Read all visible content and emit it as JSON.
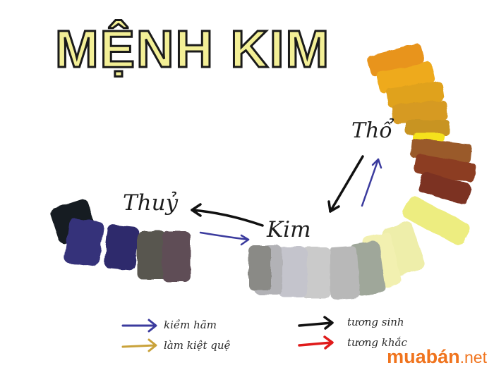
{
  "title": "MỆNH KIM",
  "elements": {
    "tho": "Thổ",
    "thuy": "Thuỷ",
    "kim": "Kim"
  },
  "legend": {
    "kiem_ham": "kiềm hãm",
    "lam_kiet_que": "làm kiệt quệ",
    "tuong_sinh": "tương sinh",
    "tuong_khac": "tương khắc"
  },
  "brand": {
    "name": "muabán",
    "tld": ".net"
  },
  "colors": {
    "title_fill": "#f3ef96",
    "kiem_ham_arrow": "#3b3b9e",
    "lam_kiet_que_arrow": "#c9a23a",
    "tuong_sinh_arrow": "#111111",
    "tuong_khac_arrow": "#e01b1b",
    "brand": "#f0741e"
  },
  "swatch_groups": {
    "tho": [
      "#e8941c",
      "#eeaa1c",
      "#e0a21e",
      "#d69a20",
      "#c89424",
      "#f5e21a",
      "#9a5a2a",
      "#8c3e24",
      "#7c3220"
    ],
    "kim": [
      "#eded80",
      "#eeeeaa",
      "#f2f0b0",
      "#9fa79a",
      "#b8b8b8",
      "#cacaca",
      "#c4c4cc",
      "#b2b2b6",
      "#8a8a86"
    ],
    "thuy": [
      "#141c20",
      "#36307a",
      "#2e2a6c",
      "#595750",
      "#5e4e56"
    ]
  }
}
